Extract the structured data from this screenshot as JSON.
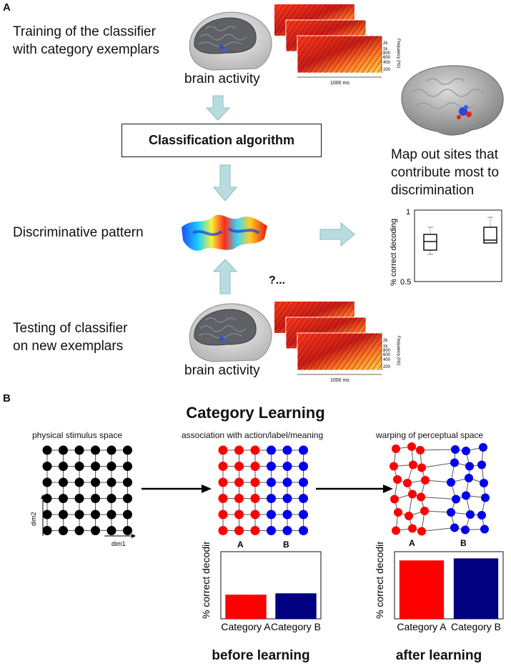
{
  "panel_a": {
    "label": "A",
    "training_text": [
      "Training of the classifier",
      "with category exemplars"
    ],
    "brain_caption_top": "brain activity",
    "brain_caption_bottom": "brain activity",
    "algorithm_label": "Classification algorithm",
    "discriminative_label": "Discriminative pattern",
    "testing_text": [
      "Testing of classifier",
      "on new exemplars"
    ],
    "map_text": [
      "Map out sites that",
      "contribute most to",
      "discrimination"
    ],
    "question_mark": "?...",
    "spectrogram": {
      "freq_ticks": [
        "2k",
        "1k",
        "800",
        "600",
        "400",
        "200"
      ],
      "freq_label": "Frequency (Hz)",
      "time_label": "1000 ms"
    },
    "boxplot": {
      "ylabel": "% correct decoding",
      "ytick_top": "1",
      "ytick_bottom": "0.5"
    }
  },
  "panel_b": {
    "label": "B",
    "title": "Category Learning",
    "grid1_title": "physical stimulus space",
    "grid2_title": "association with action/label/meaning",
    "grid3_title": "warping of perceptual space",
    "dim1": "dim1",
    "dim2": "dim2",
    "label_a": "A",
    "label_b": "B",
    "colors": {
      "red": "#ff0000",
      "blue": "#0000ee",
      "navy": "#000080",
      "arrow": "#b8dcdf"
    }
  },
  "chart_data": [
    {
      "type": "bar",
      "title": "before learning",
      "ylabel": "% correct decoding",
      "categories": [
        "Category A",
        "Category B"
      ],
      "values": [
        0.36,
        0.38
      ],
      "ylim": [
        0,
        1
      ],
      "colors": [
        "#ff0000",
        "#000080"
      ]
    },
    {
      "type": "bar",
      "title": "after learning",
      "ylabel": "% correct decoding",
      "categories": [
        "Category A",
        "Category B"
      ],
      "values": [
        0.87,
        0.9
      ],
      "ylim": [
        0,
        1
      ],
      "colors": [
        "#ff0000",
        "#000080"
      ]
    }
  ]
}
